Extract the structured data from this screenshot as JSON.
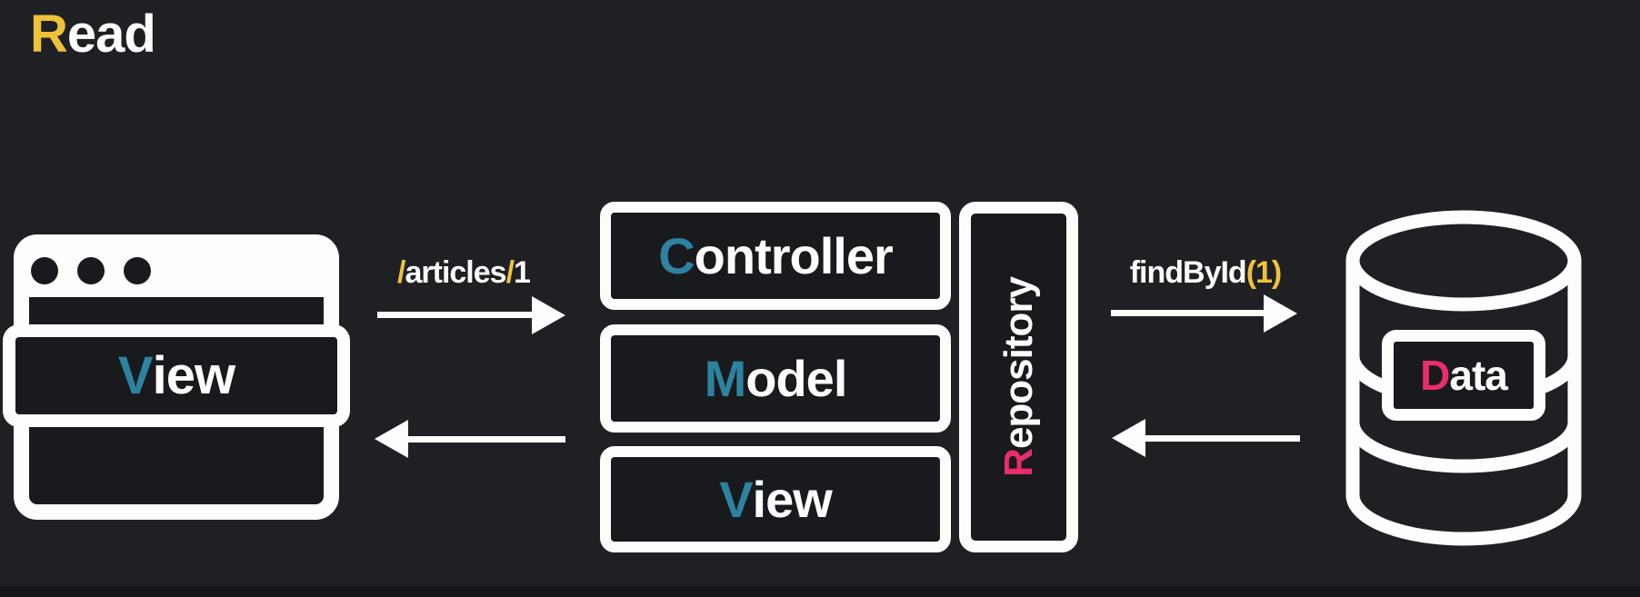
{
  "title": {
    "first": "R",
    "rest": "ead"
  },
  "client": {
    "view_label": {
      "first": "V",
      "rest": "iew"
    }
  },
  "mvc_boxes": [
    {
      "first": "C",
      "rest": "ontroller"
    },
    {
      "first": "M",
      "rest": "odel"
    },
    {
      "first": "V",
      "rest": "iew"
    }
  ],
  "repository": {
    "label": {
      "first": "R",
      "rest": "epository"
    }
  },
  "database": {
    "data_label": {
      "first": "D",
      "rest": "ata"
    }
  },
  "arrows": {
    "request": {
      "direction": "right",
      "label_parts": [
        {
          "text": "/",
          "color": "#efc23c"
        },
        {
          "text": "articles",
          "color": "#fdfdfe"
        },
        {
          "text": "/",
          "color": "#efc23c"
        },
        {
          "text": "1",
          "color": "#fdfdfe"
        }
      ]
    },
    "query": {
      "direction": "right",
      "label_parts": [
        {
          "text": "findById",
          "color": "#fdfdfe"
        },
        {
          "text": "(1)",
          "color": "#efc23c"
        }
      ]
    },
    "return_to_client": {
      "direction": "left"
    },
    "return_to_repository": {
      "direction": "left"
    }
  },
  "colors": {
    "background": "#1f2023",
    "box_background": "#191a1e",
    "foreground": "#fdfdfe",
    "accent_yellow": "#efc23c",
    "accent_teal": "#2d82a0",
    "accent_pink": "#e92d6d",
    "bottom_strip": "#141519"
  }
}
